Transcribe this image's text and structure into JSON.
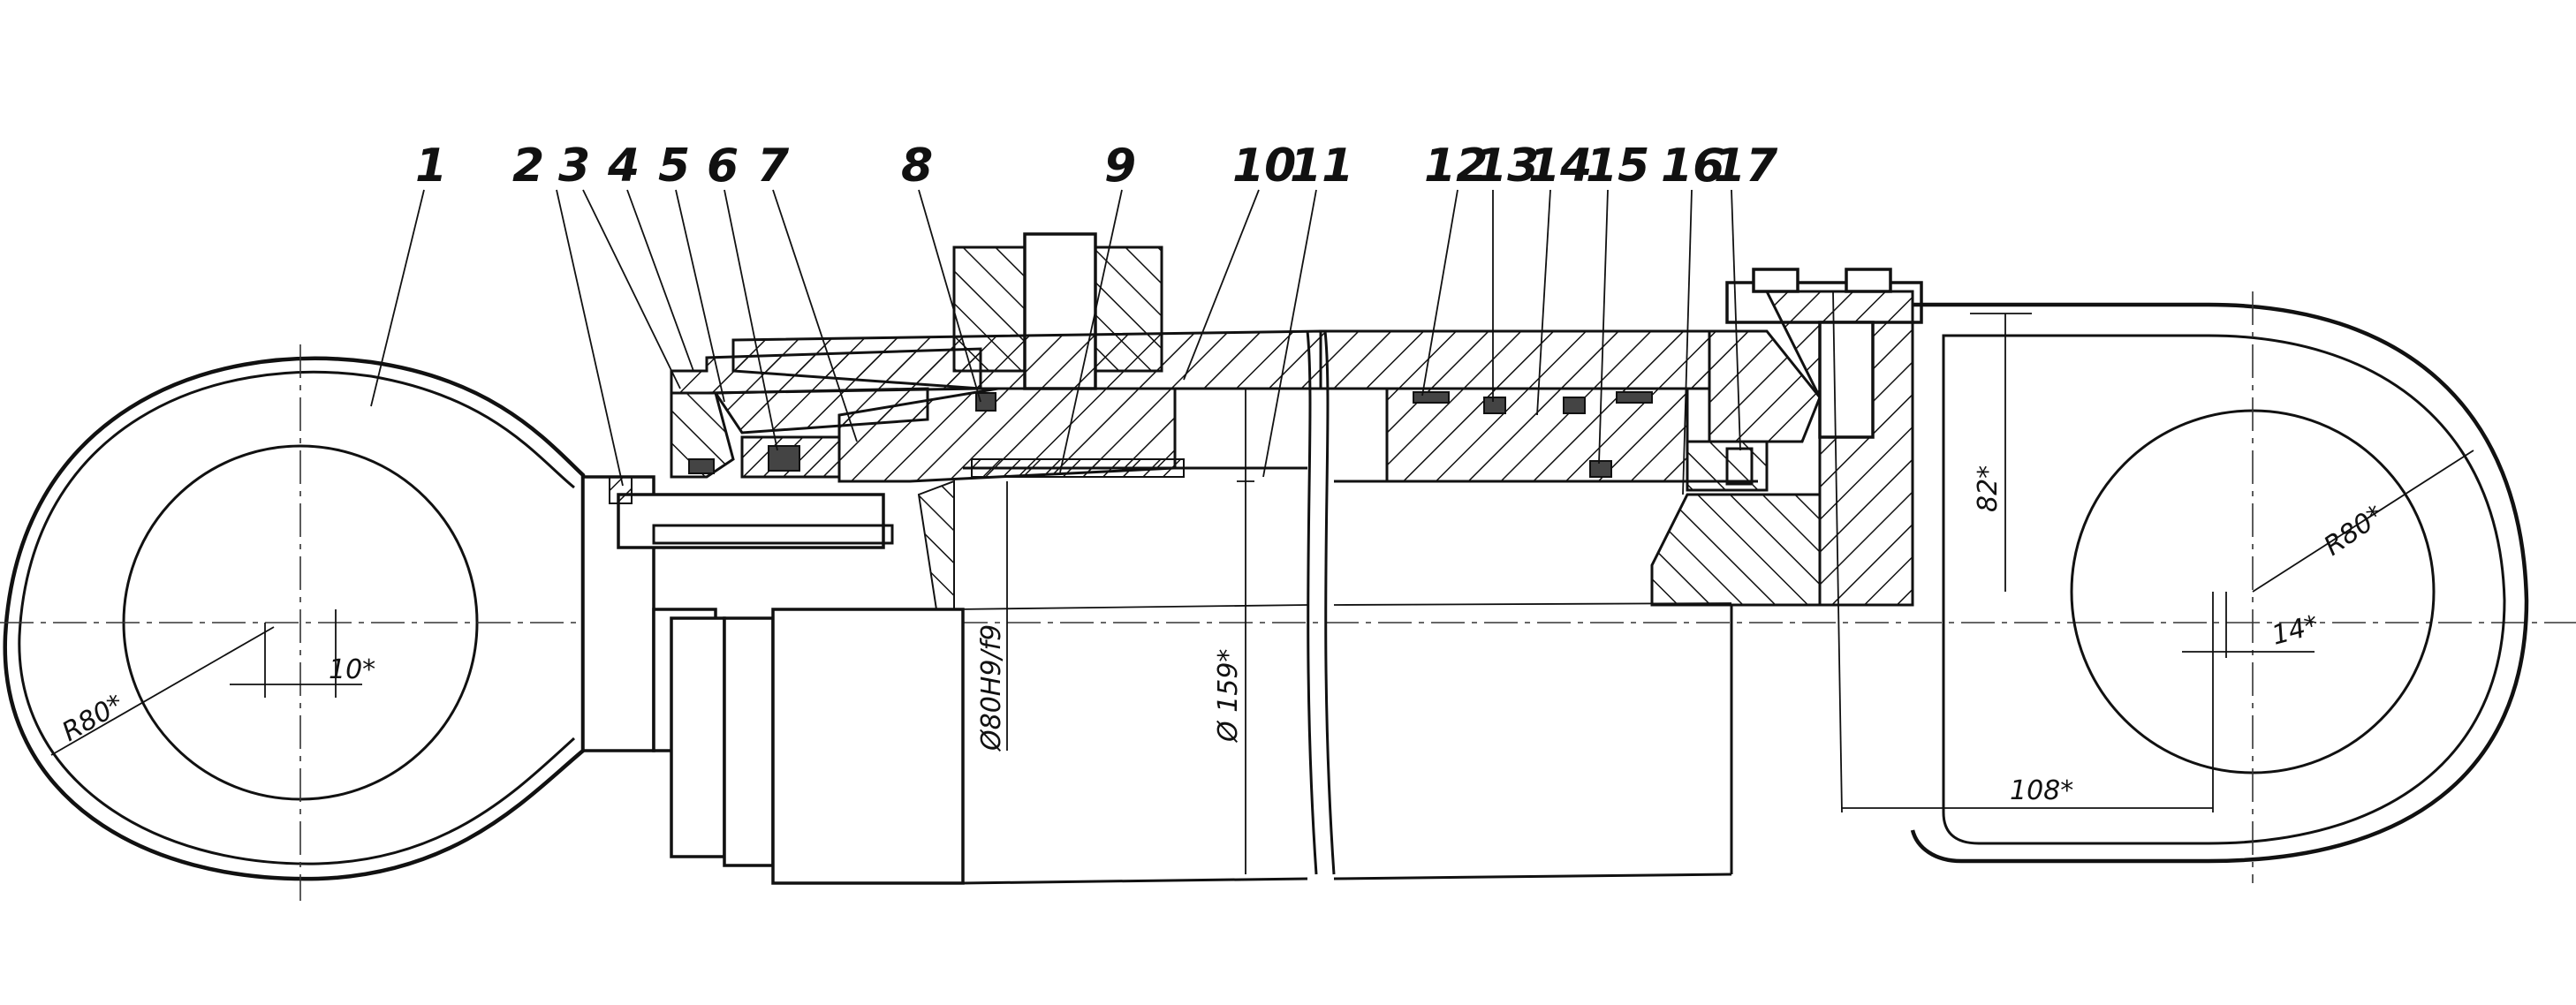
{
  "callouts": [
    {
      "label": "1"
    },
    {
      "label": "2"
    },
    {
      "label": "3"
    },
    {
      "label": "4"
    },
    {
      "label": "5"
    },
    {
      "label": "6"
    },
    {
      "label": "7"
    },
    {
      "label": "8"
    },
    {
      "label": "9"
    },
    {
      "label": "10"
    },
    {
      "label": "11"
    },
    {
      "label": "12"
    },
    {
      "label": "13"
    },
    {
      "label": "14"
    },
    {
      "label": "15"
    },
    {
      "label": "16"
    },
    {
      "label": "17"
    }
  ],
  "dimensions": {
    "left_radius": "R80*",
    "left_offset": "10*",
    "bore_fit": "Ø80H9/f9",
    "cylinder_diameter": "Ø 159*",
    "height_82": "82*",
    "right_radius": "R80*",
    "right_offset": "14*",
    "length_108": "108*"
  }
}
